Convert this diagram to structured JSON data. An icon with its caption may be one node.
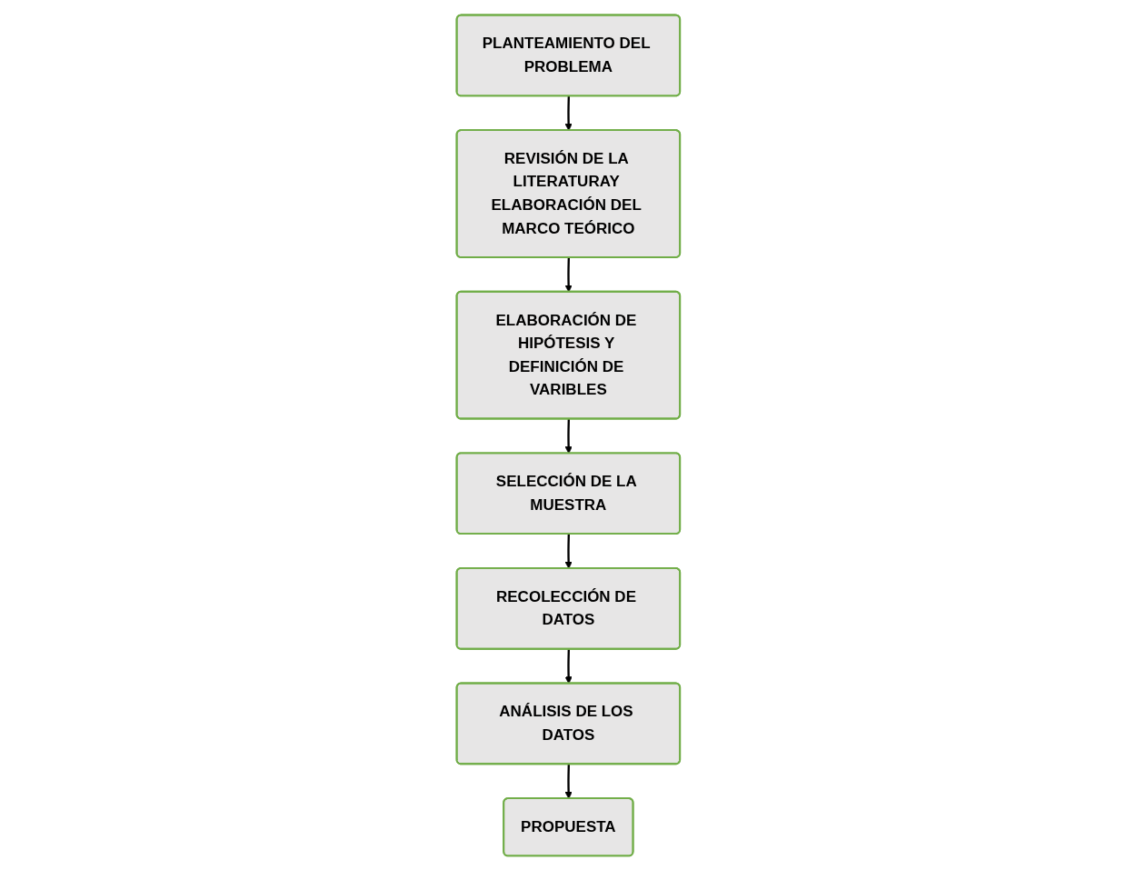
{
  "diagram": {
    "nodes": [
      {
        "text": [
          "PLANTEAMIENTO DEL PROBLEMA"
        ]
      },
      {
        "text": [
          "REVISIÓN DE LA LITERATURAY ELABORACIÓN DEL MARCO TEÓRICO"
        ]
      },
      {
        "text": [
          "ELABORACIÓN DE HIPÓTESIS Y DEFINICIÓN DE VARIBLES"
        ]
      },
      {
        "text": [
          "SELECCIÓN DE LA MUESTRA"
        ]
      },
      {
        "text": [
          "RECOLECCIÓN DE DATOS"
        ]
      },
      {
        "text": [
          "ANÁLISIS DE LOS DATOS"
        ]
      },
      {
        "text": [
          "PROPUESTA"
        ]
      }
    ],
    "edges": [
      {
        "from": 0,
        "to": 1,
        "arrow": "to"
      },
      {
        "from": 1,
        "to": 2,
        "arrow": "to"
      },
      {
        "from": 2,
        "to": 3,
        "arrow": "to"
      },
      {
        "from": 3,
        "to": 4,
        "arrow": "to"
      },
      {
        "from": 4,
        "to": 5,
        "arrow": "to"
      },
      {
        "from": 5,
        "to": 6,
        "arrow": "to"
      }
    ]
  }
}
